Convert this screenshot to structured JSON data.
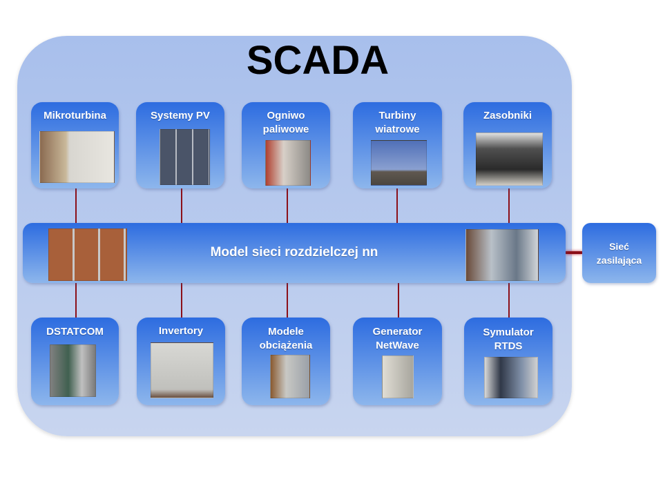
{
  "title": "SCADA",
  "top_nodes": [
    {
      "label": "Mikroturbina",
      "image": "microturbine-photo"
    },
    {
      "label": "Systemy  PV",
      "image": "pv-panel-photo"
    },
    {
      "label": "Ogniwo\npaliwowe",
      "image": "fuel-cell-photo"
    },
    {
      "label": "Turbiny\nwiatrowe",
      "image": "wind-turbines-photo"
    },
    {
      "label": "Zasobniki",
      "image": "storage-photo"
    }
  ],
  "bus": {
    "label": "Model sieci rozdzielczej nn"
  },
  "grid": {
    "label": "Sieć\nzasilająca"
  },
  "bottom_nodes": [
    {
      "label": "DSTATCOM",
      "image": "dstatcom-photo"
    },
    {
      "label": "Invertory",
      "image": "inverters-photo"
    },
    {
      "label": "Modele\nobciążenia",
      "image": "load-models-photo"
    },
    {
      "label": "Generator\nNetWave",
      "image": "generator-photo"
    },
    {
      "label": "Symulator\nRTDS",
      "image": "rtds-photo"
    }
  ],
  "colors": {
    "connector": "#8b0f18",
    "box_top": "#2d6ce0",
    "box_bottom": "#8db6ec"
  }
}
